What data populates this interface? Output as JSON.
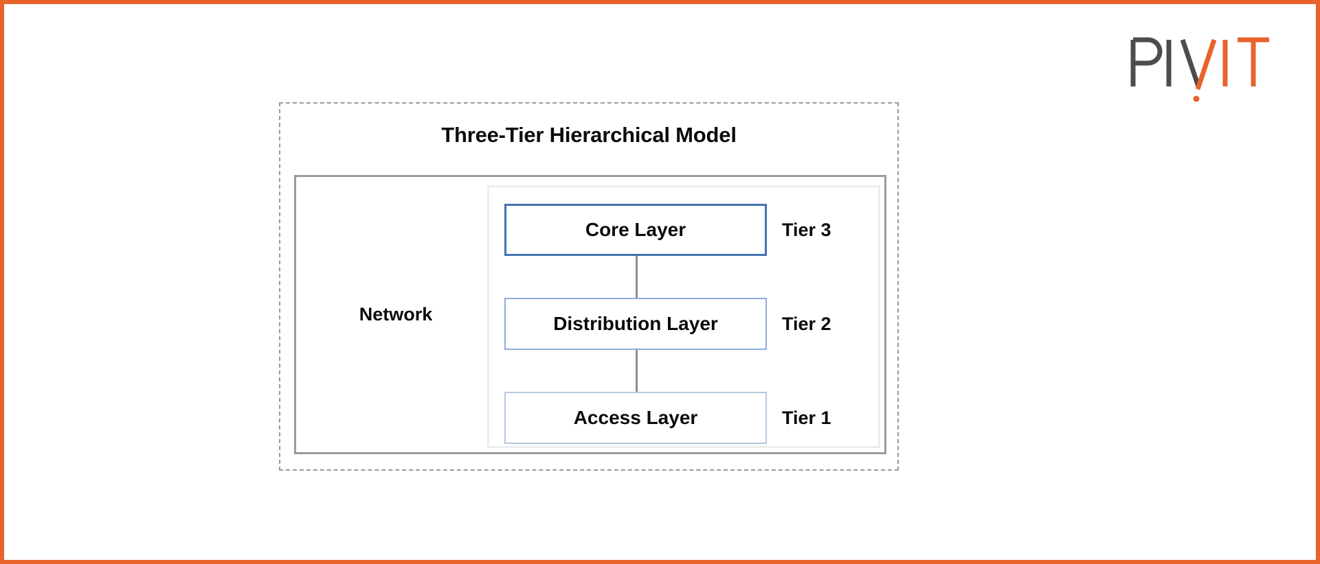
{
  "page": {
    "border_color": "#e8622c",
    "background": "#ffffff"
  },
  "logo": {
    "name": "pivit-logo",
    "text_primary": "PIV",
    "text_accent": "IT",
    "color_dark": "#4d4d4d",
    "color_accent": "#e8622c"
  },
  "diagram": {
    "title": "Three-Tier Hierarchical Model",
    "network_label": "Network",
    "outer_border_style": "dashed",
    "outer_border_color": "#9a9a9a",
    "network_border_color": "#9b9b9b",
    "tier_container_border_color": "#ededed",
    "connector_color": "#8c8c8c",
    "tiers": [
      {
        "layer": "Core Layer",
        "tier": "Tier 3",
        "border_color": "#4472b0"
      },
      {
        "layer": "Distribution Layer",
        "tier": "Tier 2",
        "border_color": "#8faadc"
      },
      {
        "layer": "Access Layer",
        "tier": "Tier 1",
        "border_color": "#b4c7e0"
      }
    ]
  }
}
